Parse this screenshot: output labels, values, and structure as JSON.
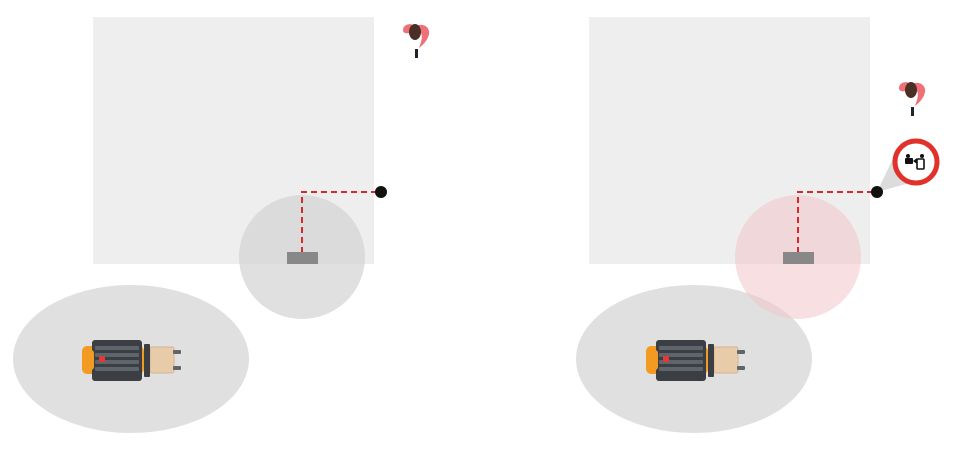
{
  "colors": {
    "background": "#ffffff",
    "building": "#eeeeee",
    "coverage_zone": "#d4d4d4",
    "alert_zone": "#f2c4c8",
    "sensor_path": "#d42a2a",
    "sensor_node": "#111111",
    "sensor_pad": "#888888",
    "alert_ring": "#e0322b",
    "camera_beam": "#dcdcdc",
    "forklift_body": "#f39a22",
    "forklift_frame": "#3b3f44",
    "forklift_grille": "#5f656c",
    "forklift_load": "#e8ccaa",
    "forklift_indicator": "#e53935",
    "person_body": "#ee7178",
    "person_head": "#4a2f27"
  },
  "panels": [
    {
      "id": "normal",
      "zone_state": "idle",
      "camera_alert": false,
      "icons": [
        "person-icon",
        "forklift-icon"
      ]
    },
    {
      "id": "alert",
      "zone_state": "triggered",
      "camera_alert": true,
      "icons": [
        "person-icon",
        "camera-icon",
        "forklift-icon"
      ]
    }
  ]
}
